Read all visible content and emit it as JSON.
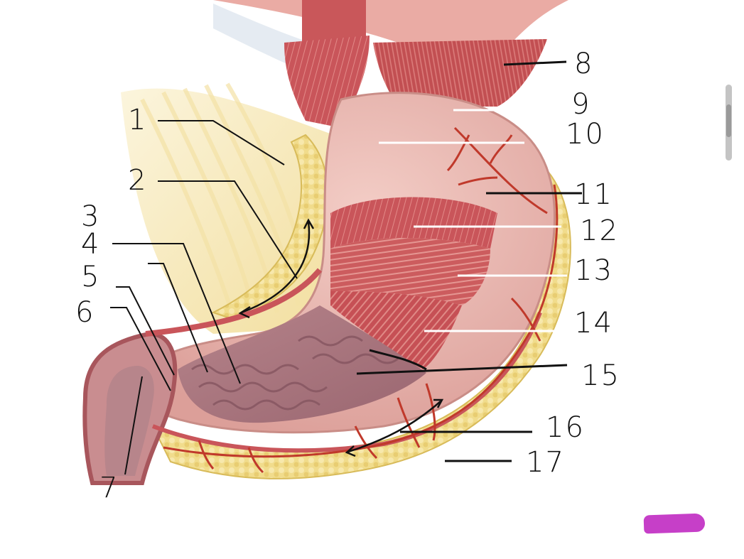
{
  "diagram": {
    "labels": [
      "1",
      "2",
      "3",
      "4",
      "5",
      "6",
      "7",
      "8",
      "9",
      "10",
      "11",
      "12",
      "13",
      "14",
      "15",
      "16",
      "17"
    ],
    "colors": {
      "muscle": "#c9555a",
      "muscle_dark": "#a83a40",
      "muscle_light": "#e08a86",
      "mucosa": "#b07a82",
      "mucosa_fold": "#8e5d66",
      "serosa": "#e7b4ae",
      "fat": "#f1dc8c",
      "fat_edge": "#d8bb5a",
      "omentum": "#f6e7b6",
      "vessel": "#c0392b",
      "leader_black": "#111111",
      "leader_white": "#ffffff",
      "marker": "#c63fc8"
    }
  },
  "ui": {
    "scrollbar": "vertical-scrollbar",
    "highlight": "magenta-marker-stroke"
  }
}
